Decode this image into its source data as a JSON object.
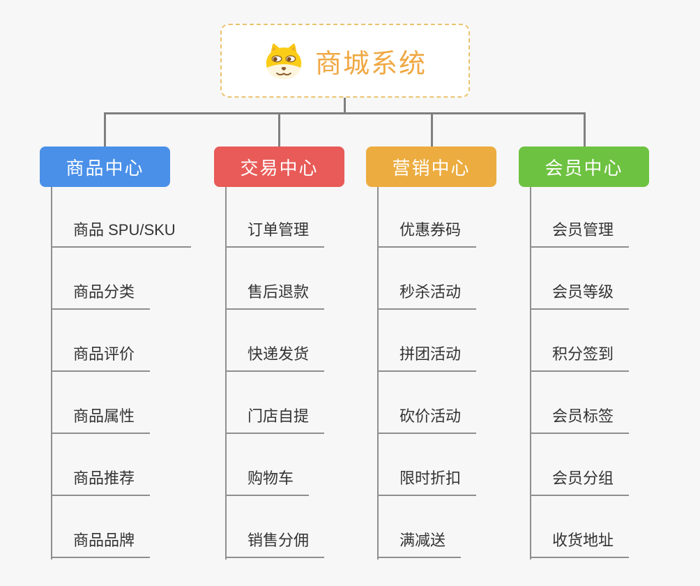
{
  "root": {
    "title": "商城系统",
    "icon": "doge-icon"
  },
  "branches": [
    {
      "id": "product-center",
      "label": "商品中心",
      "color": "#4a90e8",
      "items": [
        "商品 SPU/SKU",
        "商品分类",
        "商品评价",
        "商品属性",
        "商品推荐",
        "商品品牌"
      ]
    },
    {
      "id": "trade-center",
      "label": "交易中心",
      "color": "#e85b58",
      "items": [
        "订单管理",
        "售后退款",
        "快递发货",
        "门店自提",
        "购物车",
        "销售分佣"
      ]
    },
    {
      "id": "marketing-center",
      "label": "营销中心",
      "color": "#ecac3f",
      "items": [
        "优惠券码",
        "秒杀活动",
        "拼团活动",
        "砍价活动",
        "限时折扣",
        "满减送"
      ]
    },
    {
      "id": "member-center",
      "label": "会员中心",
      "color": "#6ec241",
      "items": [
        "会员管理",
        "会员等级",
        "积分签到",
        "会员标签",
        "会员分组",
        "收货地址"
      ]
    }
  ],
  "colors": {
    "background": "#f7f7f7",
    "root_text": "#f0a843",
    "root_border": "#eac36e",
    "connector": "#7f7f7f",
    "leaf_line": "#8e8e8e",
    "leaf_text": "#333333"
  }
}
